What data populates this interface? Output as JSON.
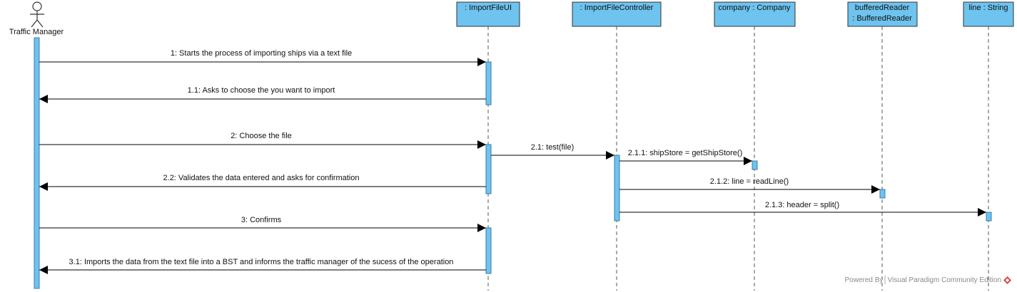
{
  "actor": {
    "name": "Traffic Manager"
  },
  "participants": [
    {
      "id": "ui",
      "label": ": ImportFileUI"
    },
    {
      "id": "ctrl",
      "label": ": ImportFileController"
    },
    {
      "id": "company",
      "label": "company : Company"
    },
    {
      "id": "reader",
      "label_lines": [
        "bufferedReader",
        ": BufferedReader"
      ]
    },
    {
      "id": "line",
      "label": "line : String"
    }
  ],
  "messages": [
    {
      "id": "m1",
      "from": "actor",
      "to": "ui",
      "label": "1: Starts the process of importing ships via a text file"
    },
    {
      "id": "m1_1",
      "from": "ui",
      "to": "actor",
      "label": "1.1: Asks to choose the you want to import"
    },
    {
      "id": "m2",
      "from": "actor",
      "to": "ui",
      "label": "2: Choose the file"
    },
    {
      "id": "m2_1",
      "from": "ui",
      "to": "ctrl",
      "label": "2.1: test(file)"
    },
    {
      "id": "m2_1_1",
      "from": "ctrl",
      "to": "company",
      "label": "2.1.1: shipStore = getShipStore()"
    },
    {
      "id": "m2_2",
      "from": "ui",
      "to": "actor",
      "label": "2.2: Validates the data entered and asks for confirmation"
    },
    {
      "id": "m2_1_2",
      "from": "ctrl",
      "to": "reader",
      "label": "2.1.2: line = readLine()"
    },
    {
      "id": "m2_1_3",
      "from": "ctrl",
      "to": "line",
      "label": "2.1.3: header = split()"
    },
    {
      "id": "m3",
      "from": "actor",
      "to": "ui",
      "label": "3: Confirms"
    },
    {
      "id": "m3_1",
      "from": "ui",
      "to": "actor",
      "label": "3.1: Imports the data from the text file into a BST and informs the traffic manager of the sucess of the operation"
    }
  ],
  "watermark": {
    "text": "Powered By│Visual Paradigm Community Edition",
    "icon": "visual-paradigm-logo-icon"
  },
  "colors": {
    "box_fill": "#6ec3ef",
    "activation_fill": "#6ec3ef",
    "line": "#000000"
  }
}
